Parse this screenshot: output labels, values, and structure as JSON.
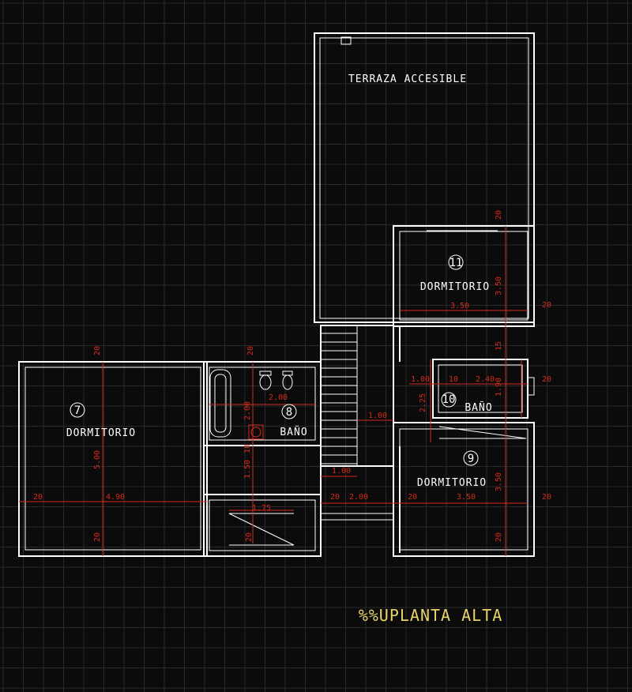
{
  "drawing": {
    "title": "%%UPLANTA  ALTA",
    "rooms": [
      {
        "key": "terraza",
        "label": "TERRAZA ACCESIBLE"
      },
      {
        "key": "d11",
        "number": "11",
        "label": "DORMITORIO"
      },
      {
        "key": "d7",
        "number": "7",
        "label": "DORMITORIO"
      },
      {
        "key": "b8",
        "number": "8",
        "label": "BAÑO"
      },
      {
        "key": "b10",
        "number": "10",
        "label": "BAÑO"
      },
      {
        "key": "d9",
        "number": "9",
        "label": "DORMITORIO"
      }
    ],
    "dimensions": {
      "d11_width": "3.50",
      "d11_side": "3.50",
      "terrace_wall": "20",
      "right_wall_top": "20",
      "right_wall_mid": "20",
      "right_wall_bot": "20",
      "d7_top_wall": "20",
      "b8_top_wall": "20",
      "d7_height": "5.00",
      "d7_width": "4.90",
      "d7_left_wall": "20",
      "d7_bottom_wall": "20",
      "b8_fixture_w": "2.00",
      "b8_width": "2.00",
      "b8_side": "1.50",
      "b8_small": "10",
      "stair_landing": "1.00",
      "stair_width": "1.00",
      "hall_width": "1.75",
      "hall_wall": "20",
      "hall_20": "20",
      "hall_200": "2.00",
      "b10_door": "1.00",
      "b10_10": "10",
      "b10_width": "2.40",
      "b10_height": "2.25",
      "b10_15": "15",
      "b10_side": "1.90",
      "d9_left_wall": "20",
      "d9_width": "3.50",
      "d9_side": "3.50",
      "d9_bottom": "20"
    }
  }
}
